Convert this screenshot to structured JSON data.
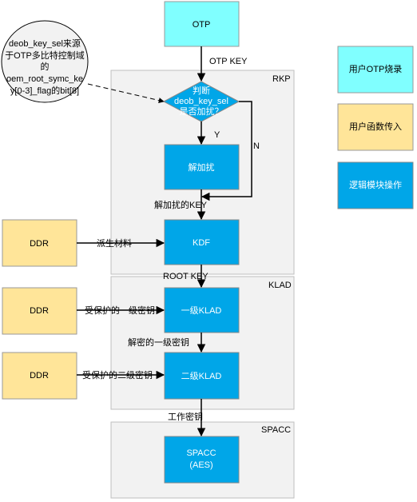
{
  "otp_box": "OTP",
  "otp_key_label": "OTP KEY",
  "rkp": {
    "title": "RKP",
    "decision_line1": "判断",
    "decision_line2": "deob_key_sel",
    "decision_line3": "是否加扰？",
    "yes_label": "Y",
    "no_label": "N",
    "descramble_box": "解加扰",
    "descrambled_key_label": "解加扰的KEY",
    "kdf_box": "KDF",
    "derive_material_label": "派生材料",
    "root_key_label": "ROOT KEY"
  },
  "callout": {
    "line1": "deob_key_sel来源",
    "line2": "于OTP多比特控制域",
    "line3": "的",
    "line4": "oem_root_symc_ke",
    "line5": "y[0-3]_flag的bit[8]"
  },
  "klad": {
    "title": "KLAD",
    "level1_box": "一级KLAD",
    "protected_level1_label": "受保护的一级密钥",
    "decrypted_level1_label": "解密的一级密钥",
    "level2_box": "二级KLAD",
    "protected_level2_label": "受保护的二级密钥",
    "work_key_label": "工作密钥"
  },
  "spacc": {
    "title": "SPACC",
    "box_line1": "SPACC",
    "box_line2": "(AES)"
  },
  "ddr_boxes": [
    "DDR",
    "DDR",
    "DDR"
  ],
  "legend": {
    "otp_burn": "用户OTP烧录",
    "func_input": "用户函数传入",
    "logic_op": "逻辑模块操作"
  },
  "colors": {
    "otp_fill": "#80FFFF",
    "user_input_fill": "#FFE599",
    "logic_fill": "#00A6E8",
    "panel_fill": "#F2F2F2",
    "panel_stroke": "#BFBFBF"
  }
}
